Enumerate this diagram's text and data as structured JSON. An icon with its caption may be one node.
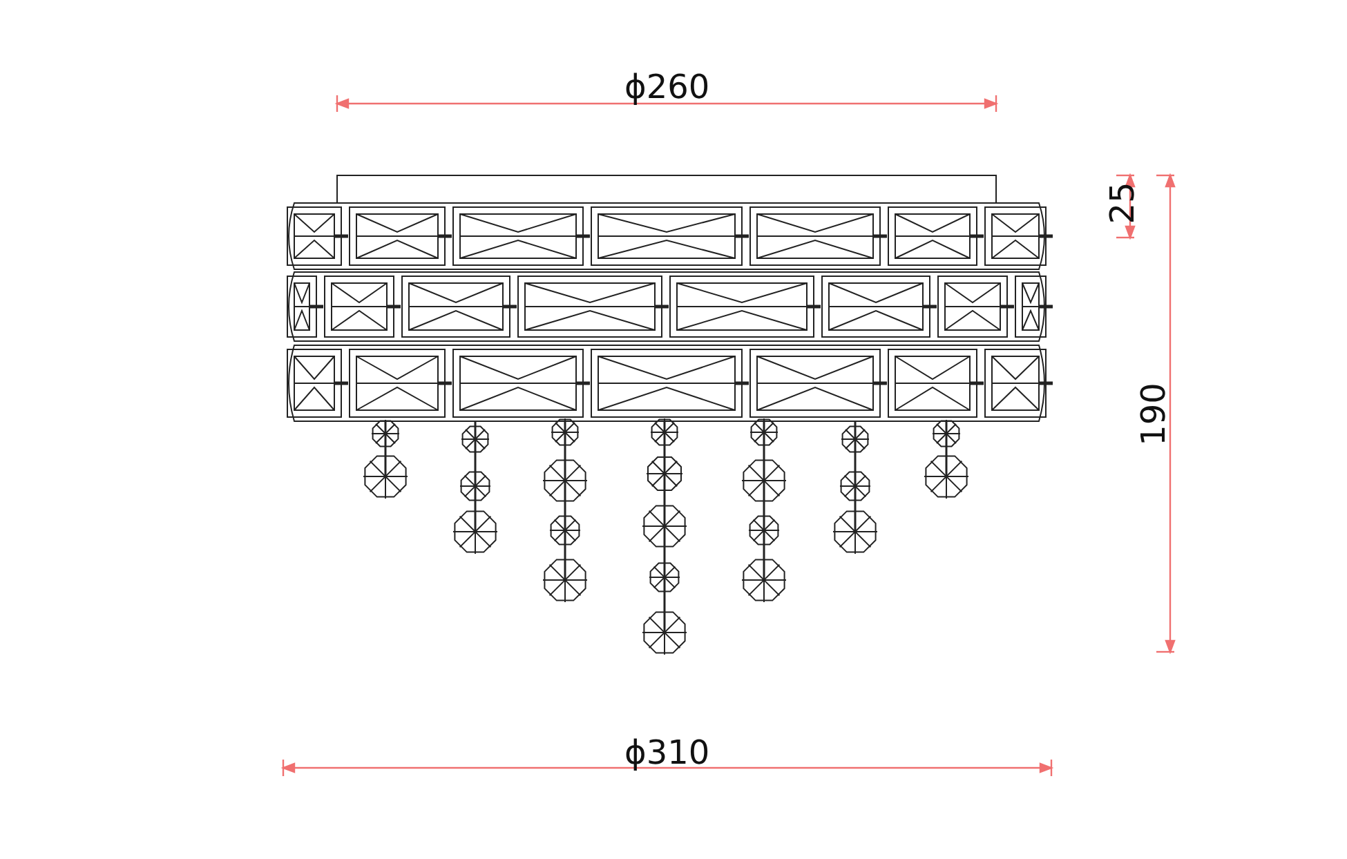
{
  "diagram": {
    "labels": [
      "ϕ260",
      "25",
      "190",
      "ϕ310"
    ]
  }
}
